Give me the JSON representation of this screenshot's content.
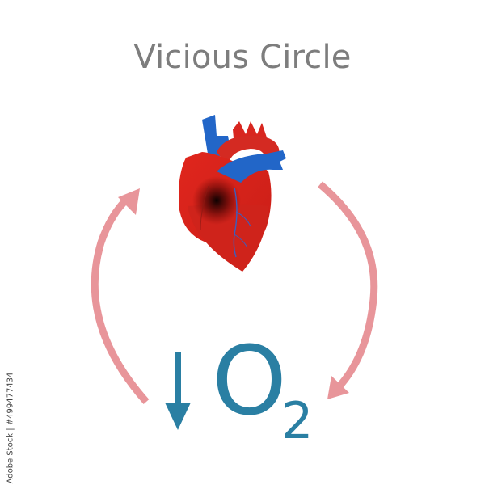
{
  "title": "Vicious Circle",
  "center_image": {
    "subject": "human heart",
    "icon": "heart-anatomical-icon",
    "highlight": "dark ischemic spot on left ventricle"
  },
  "oxygen_label": {
    "arrow": "down-arrow-icon",
    "symbol": "O",
    "subscript": "2",
    "meaning": "decreased oxygen"
  },
  "cycle_arrows": [
    {
      "name": "left-arrow",
      "direction": "up",
      "from": "O2",
      "to": "heart"
    },
    {
      "name": "right-arrow",
      "direction": "down",
      "from": "heart",
      "to": "O2"
    }
  ],
  "watermark": "Adobe Stock | #499477434",
  "colors": {
    "title": "#7d7d7d",
    "arrows": "#e8959a",
    "oxygen": "#2a7fa3",
    "heart_red": "#d8261f",
    "vessel_blue": "#2266c8"
  }
}
